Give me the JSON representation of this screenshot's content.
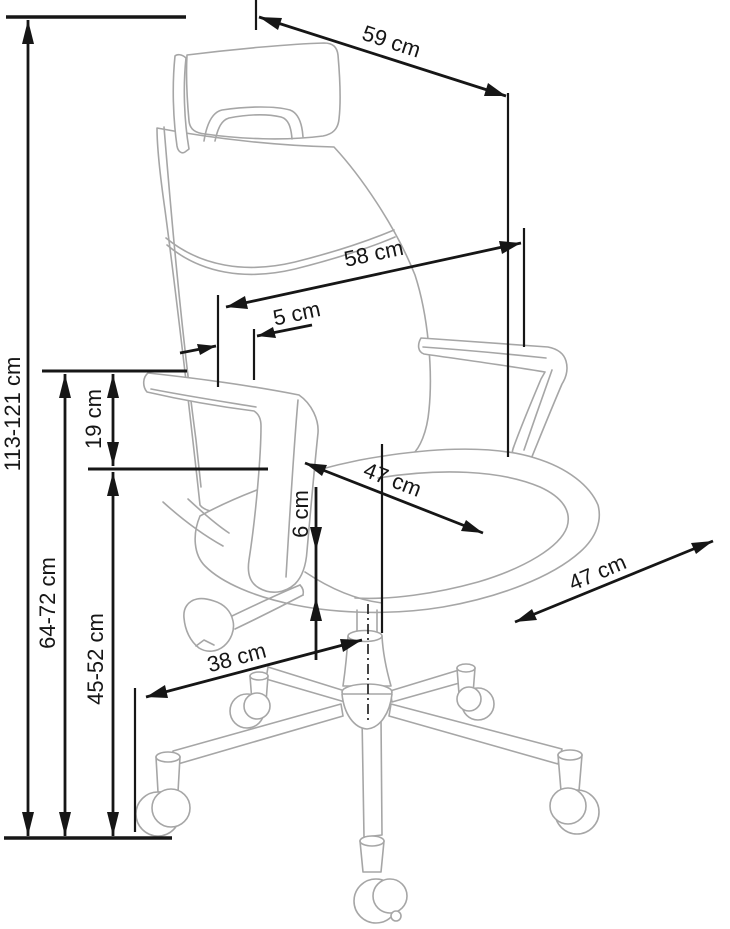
{
  "figure": {
    "subject": "Office chair dimension diagram",
    "view": "side",
    "unit": "cm"
  },
  "colors": {
    "background": "#ffffff",
    "chair_outline": "#a6a6a6",
    "dimension_line": "#161616"
  },
  "dimensions": {
    "overall_height": "113-121 cm",
    "armrest_floor_height": "64-72 cm",
    "seat_height": "45-52 cm",
    "armrest_above_seat": "19 cm",
    "headrest_width": "59 cm",
    "backrest_width": "58 cm",
    "headrest_offset": "5 cm",
    "seat_width": "47 cm",
    "seat_depth": "47 cm",
    "base_width": "38 cm",
    "seat_edge_thickness": "6 cm"
  }
}
